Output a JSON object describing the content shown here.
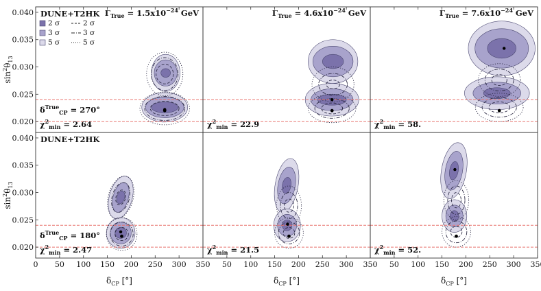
{
  "chart_data": {
    "type": "contour",
    "layout": {
      "rows": 2,
      "cols": 3
    },
    "xlabel": "δ",
    "xlabel_sub": "CP",
    "xlabel_unit": "[°]",
    "ylabel": "sin",
    "ylabel_sup": "2",
    "ylabel_rest": "θ",
    "ylabel_sub": "13",
    "xlim": [
      0,
      350
    ],
    "ylim": [
      0.018,
      0.041
    ],
    "xticks": [
      0,
      50,
      100,
      150,
      200,
      250,
      300,
      350
    ],
    "yticks": [
      0.02,
      0.025,
      0.03,
      0.035,
      0.04
    ],
    "ytick_labels": [
      "0.020",
      "0.025",
      "0.030",
      "0.035",
      "0.040"
    ],
    "reference_lines_y": [
      0.02,
      0.024
    ],
    "reference_line_color": "#e8736e",
    "colors": {
      "fill_2": "#7b72ab",
      "fill_3": "#a8a3cc",
      "fill_5": "#dcdaea",
      "edge": "#4a4770"
    },
    "legend": {
      "entries": [
        {
          "label": "2 σ",
          "style": "fill",
          "level": 2
        },
        {
          "label": "3 σ",
          "style": "fill",
          "level": 3
        },
        {
          "label": "5 σ",
          "style": "fill",
          "level": 5
        },
        {
          "label": "2 σ",
          "style": "dashed",
          "level": 2
        },
        {
          "label": "3 σ",
          "style": "dashdot",
          "level": 3
        },
        {
          "label": "5 σ",
          "style": "dotted",
          "level": 5
        }
      ]
    },
    "panels": [
      {
        "row": 0,
        "col": 0,
        "experiment": "DUNE+T2HK",
        "gamma_label": "Γ",
        "gamma_sub": "True",
        "gamma_value": " = 1.5x10",
        "gamma_exp": "−24",
        "gamma_unit": " GeV",
        "delta_label": "δ",
        "delta_sup": "True",
        "delta_sub": "CP",
        "delta_value": " = 270°",
        "chi_label": "χ",
        "chi_sup": "2",
        "chi_sub": "min",
        "chi_value": " = 2.64",
        "true_point": [
          270,
          0.022
        ],
        "bestfit_point": [
          270,
          0.0222
        ],
        "filled": [
          {
            "cx": 272,
            "cy": 0.0289,
            "rx": [
              30,
              24,
              10
            ],
            "ry": [
              0.0034,
              0.0024,
              0.0008
            ]
          },
          {
            "cx": 270,
            "cy": 0.0226,
            "rx": [
              48,
              40,
              28
            ],
            "ry": [
              0.0027,
              0.0019,
              0.001
            ]
          }
        ],
        "lines": [
          {
            "cx": 270,
            "cy": 0.0287,
            "rx": [
              38,
              28,
              18
            ],
            "ry": [
              0.004,
              0.003,
              0.0018
            ]
          },
          {
            "cx": 270,
            "cy": 0.0224,
            "rx": [
              52,
              42,
              30
            ],
            "ry": [
              0.003,
              0.0022,
              0.0013
            ]
          }
        ]
      },
      {
        "row": 0,
        "col": 1,
        "experiment": "",
        "gamma_label": "Γ",
        "gamma_sub": "True",
        "gamma_value": " = 4.6x10",
        "gamma_exp": "−24",
        "gamma_unit": " GeV",
        "delta_label": "",
        "delta_sup": "",
        "delta_sub": "",
        "delta_value": "",
        "chi_label": "χ",
        "chi_sup": "2",
        "chi_sub": "min",
        "chi_value": " = 22.9",
        "true_point": [
          270,
          0.022
        ],
        "bestfit_point": [
          270,
          0.024
        ],
        "filled": [
          {
            "cx": 272,
            "cy": 0.031,
            "rx": [
              52,
              42,
              22
            ],
            "ry": [
              0.004,
              0.0028,
              0.0013
            ]
          },
          {
            "cx": 270,
            "cy": 0.024,
            "rx": [
              56,
              44,
              30
            ],
            "ry": [
              0.003,
              0.002,
              0.001
            ]
          }
        ],
        "lines": [
          {
            "cx": 272,
            "cy": 0.0268,
            "rx": [
              44,
              30,
              14
            ],
            "ry": [
              0.0032,
              0.002,
              0.0008
            ]
          },
          {
            "cx": 270,
            "cy": 0.0224,
            "rx": [
              50,
              36,
              22
            ],
            "ry": [
              0.0026,
              0.0018,
              0.001
            ]
          }
        ]
      },
      {
        "row": 0,
        "col": 2,
        "experiment": "",
        "gamma_label": "Γ",
        "gamma_sub": "True",
        "gamma_value": " = 7.6x10",
        "gamma_exp": "−24",
        "gamma_unit": " GeV",
        "delta_label": "",
        "delta_sup": "",
        "delta_sub": "",
        "delta_value": "",
        "chi_label": "χ",
        "chi_sup": "2",
        "chi_sub": "min",
        "chi_value": " = 58.",
        "true_point": [
          270,
          0.022
        ],
        "bestfit_point": [
          280,
          0.0334
        ],
        "filled": [
          {
            "cx": 275,
            "cy": 0.0334,
            "rx": [
              70,
              56,
              30
            ],
            "ry": [
              0.005,
              0.0036,
              0.0018
            ]
          },
          {
            "cx": 265,
            "cy": 0.0252,
            "rx": [
              68,
              50,
              28
            ],
            "ry": [
              0.003,
              0.002,
              0.001
            ]
          }
        ],
        "lines": [
          {
            "cx": 270,
            "cy": 0.0276,
            "rx": [
              44,
              30,
              16
            ],
            "ry": [
              0.003,
              0.002,
              0.001
            ]
          },
          {
            "cx": 270,
            "cy": 0.0226,
            "rx": [
              50,
              36,
              22
            ],
            "ry": [
              0.0026,
              0.0018,
              0.001
            ]
          }
        ]
      },
      {
        "row": 1,
        "col": 0,
        "experiment": "DUNE+T2HK",
        "gamma_label": "",
        "gamma_sub": "",
        "gamma_value": "",
        "gamma_exp": "",
        "gamma_unit": "",
        "delta_label": "δ",
        "delta_sup": "True",
        "delta_sub": "CP",
        "delta_value": " = 180°",
        "chi_label": "χ",
        "chi_sup": "2",
        "chi_sub": "min",
        "chi_value": " = 2.47",
        "true_point": [
          180,
          0.022
        ],
        "bestfit_point": [
          178,
          0.0228
        ],
        "filled": [
          {
            "cx": 178,
            "cy": 0.0291,
            "rx": [
              24,
              16,
              8
            ],
            "ry": [
              0.004,
              0.0028,
              0.0012
            ],
            "rot": 15
          },
          {
            "cx": 178,
            "cy": 0.0226,
            "rx": [
              30,
              22,
              12
            ],
            "ry": [
              0.0028,
              0.002,
              0.001
            ]
          }
        ],
        "lines": [
          {
            "cx": 178,
            "cy": 0.0291,
            "rx": [
              26,
              18,
              10
            ],
            "ry": [
              0.004,
              0.0028,
              0.0014
            ],
            "rot": 15
          },
          {
            "cx": 180,
            "cy": 0.0224,
            "rx": [
              32,
              24,
              14
            ],
            "ry": [
              0.003,
              0.0022,
              0.0012
            ]
          }
        ]
      },
      {
        "row": 1,
        "col": 1,
        "experiment": "",
        "gamma_label": "",
        "gamma_sub": "",
        "gamma_value": "",
        "gamma_exp": "",
        "gamma_unit": "",
        "delta_label": "",
        "delta_sup": "",
        "delta_sub": "",
        "delta_value": "",
        "chi_label": "χ",
        "chi_sup": "2",
        "chi_sub": "min",
        "chi_value": " = 21.5",
        "true_point": [
          180,
          0.022
        ],
        "bestfit_point": [
          177,
          0.0242
        ],
        "filled": [
          {
            "cx": 175,
            "cy": 0.0313,
            "rx": [
              24,
              18,
              9
            ],
            "ry": [
              0.005,
              0.0034,
              0.0015
            ],
            "rot": 10
          },
          {
            "cx": 176,
            "cy": 0.024,
            "rx": [
              28,
              20,
              10
            ],
            "ry": [
              0.003,
              0.002,
              0.001
            ]
          }
        ],
        "lines": [
          {
            "cx": 180,
            "cy": 0.0276,
            "rx": [
              26,
              18,
              10
            ],
            "ry": [
              0.0036,
              0.0024,
              0.0012
            ]
          },
          {
            "cx": 180,
            "cy": 0.0226,
            "rx": [
              30,
              22,
              12
            ],
            "ry": [
              0.0028,
              0.002,
              0.001
            ]
          }
        ]
      },
      {
        "row": 1,
        "col": 2,
        "experiment": "",
        "gamma_label": "",
        "gamma_sub": "",
        "gamma_value": "",
        "gamma_exp": "",
        "gamma_unit": "",
        "delta_label": "",
        "delta_sup": "",
        "delta_sub": "",
        "delta_value": "",
        "chi_label": "χ",
        "chi_sup": "2",
        "chi_sub": "min",
        "chi_value": " = 52.",
        "true_point": [
          180,
          0.022
        ],
        "bestfit_point": [
          177,
          0.0342
        ],
        "filled": [
          {
            "cx": 175,
            "cy": 0.034,
            "rx": [
              26,
              18,
              9
            ],
            "ry": [
              0.0052,
              0.0036,
              0.0017
            ],
            "rot": 10
          },
          {
            "cx": 176,
            "cy": 0.0257,
            "rx": [
              26,
              18,
              9
            ],
            "ry": [
              0.003,
              0.002,
              0.001
            ]
          }
        ],
        "lines": [
          {
            "cx": 180,
            "cy": 0.0286,
            "rx": [
              26,
              18,
              10
            ],
            "ry": [
              0.0036,
              0.0026,
              0.0014
            ]
          },
          {
            "cx": 180,
            "cy": 0.0228,
            "rx": [
              30,
              22,
              12
            ],
            "ry": [
              0.0028,
              0.002,
              0.001
            ]
          }
        ]
      }
    ]
  }
}
